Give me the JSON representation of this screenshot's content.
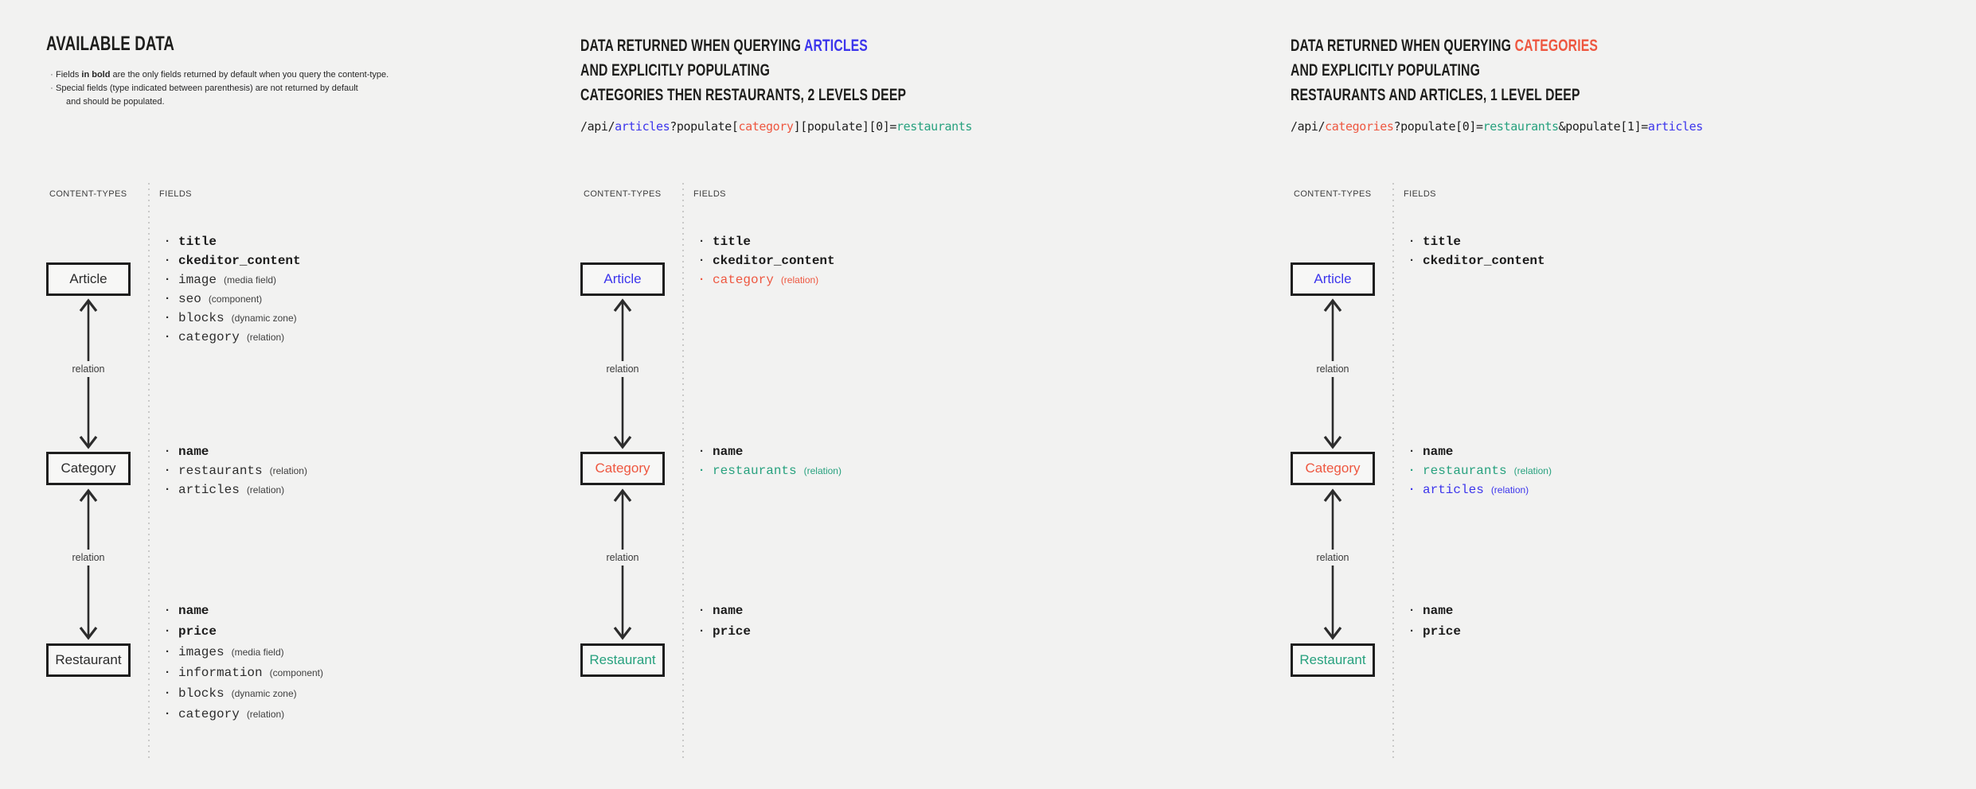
{
  "palette": {
    "background": "#f2f2f1",
    "ink": "#1f1f1f",
    "blue": "#3c35ec",
    "red": "#ee5740",
    "teal": "#27a17e",
    "gray": "#3d3d3d"
  },
  "glyphs": {
    "bullet": "·"
  },
  "panel1": {
    "title": "AVAILABLE DATA",
    "notes": {
      "item1": {
        "pre": "Fields ",
        "bold": "in bold",
        "post": " are the only fields returned by default when you query the content-type."
      },
      "item2": {
        "line1": "Special fields (type indicated between parenthesis) are not returned by default",
        "line2": "and should be populated."
      }
    },
    "columns": {
      "content_types": "CONTENT-TYPES",
      "fields": "FIELDS"
    },
    "relation_label": "relation",
    "article": {
      "label": "Article",
      "label_color": "#2c2c2c",
      "fields": [
        {
          "name": "title",
          "bold": true
        },
        {
          "name": "ckeditor_content",
          "bold": true
        },
        {
          "name": "image",
          "type": "(media field)"
        },
        {
          "name": "seo",
          "type": "(component)"
        },
        {
          "name": "blocks",
          "type": "(dynamic zone)"
        },
        {
          "name": "category",
          "type": "(relation)"
        }
      ]
    },
    "category": {
      "label": "Category",
      "label_color": "#2c2c2c",
      "fields": [
        {
          "name": "name",
          "bold": true
        },
        {
          "name": "restaurants",
          "type": "(relation)"
        },
        {
          "name": "articles",
          "type": "(relation)"
        }
      ]
    },
    "restaurant": {
      "label": "Restaurant",
      "label_color": "#2c2c2c",
      "fields": [
        {
          "name": "name",
          "bold": true
        },
        {
          "name": "price",
          "bold": true
        },
        {
          "name": "images",
          "type": "(media field)"
        },
        {
          "name": "information",
          "type": "(component)"
        },
        {
          "name": "blocks",
          "type": "(dynamic zone)"
        },
        {
          "name": "category",
          "type": "(relation)"
        }
      ]
    }
  },
  "panel2": {
    "title_line1_plain": "DATA RETURNED WHEN QUERYING ",
    "title_line1_highlight": "ARTICLES",
    "title_line1_highlight_color": "#3c35ec",
    "title_line2": "AND EXPLICITLY POPULATING",
    "title_line3": "CATEGORIES THEN RESTAURANTS, 2 LEVELS DEEP",
    "api_path": [
      {
        "text": "/api/",
        "color": "#1f1f1f"
      },
      {
        "text": "articles",
        "color": "#3c35ec"
      },
      {
        "text": "?populate[",
        "color": "#1f1f1f"
      },
      {
        "text": "category",
        "color": "#ee5740"
      },
      {
        "text": "][populate][0]=",
        "color": "#1f1f1f"
      },
      {
        "text": "restaurants",
        "color": "#27a17e"
      }
    ],
    "columns": {
      "content_types": "CONTENT-TYPES",
      "fields": "FIELDS"
    },
    "relation_label": "relation",
    "article": {
      "label": "Article",
      "label_color": "#3c35ec",
      "fields": [
        {
          "name": "title",
          "bold": true
        },
        {
          "name": "ckeditor_content",
          "bold": true
        },
        {
          "name": "category",
          "type": "(relation)",
          "color": "#ee5740"
        }
      ]
    },
    "category": {
      "label": "Category",
      "label_color": "#ee5740",
      "fields": [
        {
          "name": "name",
          "bold": true
        },
        {
          "name": "restaurants",
          "type": "(relation)",
          "color": "#27a17e"
        }
      ]
    },
    "restaurant": {
      "label": "Restaurant",
      "label_color": "#27a17e",
      "fields": [
        {
          "name": "name",
          "bold": true
        },
        {
          "name": "price",
          "bold": true
        }
      ]
    }
  },
  "panel3": {
    "title_line1_plain": "DATA RETURNED WHEN QUERYING ",
    "title_line1_highlight": "CATEGORIES",
    "title_line1_highlight_color": "#ee5740",
    "title_line2": "AND EXPLICITLY POPULATING",
    "title_line3": "RESTAURANTS AND ARTICLES, 1 LEVEL DEEP",
    "api_path": [
      {
        "text": "/api/",
        "color": "#1f1f1f"
      },
      {
        "text": "categories",
        "color": "#ee5740"
      },
      {
        "text": "?populate[0]=",
        "color": "#1f1f1f"
      },
      {
        "text": "restaurants",
        "color": "#27a17e"
      },
      {
        "text": "&populate[1]=",
        "color": "#1f1f1f"
      },
      {
        "text": "articles",
        "color": "#3c35ec"
      }
    ],
    "columns": {
      "content_types": "CONTENT-TYPES",
      "fields": "FIELDS"
    },
    "relation_label": "relation",
    "article": {
      "label": "Article",
      "label_color": "#3c35ec",
      "fields": [
        {
          "name": "title",
          "bold": true
        },
        {
          "name": "ckeditor_content",
          "bold": true
        }
      ]
    },
    "category": {
      "label": "Category",
      "label_color": "#ee5740",
      "fields": [
        {
          "name": "name",
          "bold": true
        },
        {
          "name": "restaurants",
          "type": "(relation)",
          "color": "#27a17e"
        },
        {
          "name": "articles",
          "type": "(relation)",
          "color": "#3c35ec"
        }
      ]
    },
    "restaurant": {
      "label": "Restaurant",
      "label_color": "#27a17e",
      "fields": [
        {
          "name": "name",
          "bold": true
        },
        {
          "name": "price",
          "bold": true
        }
      ]
    }
  }
}
